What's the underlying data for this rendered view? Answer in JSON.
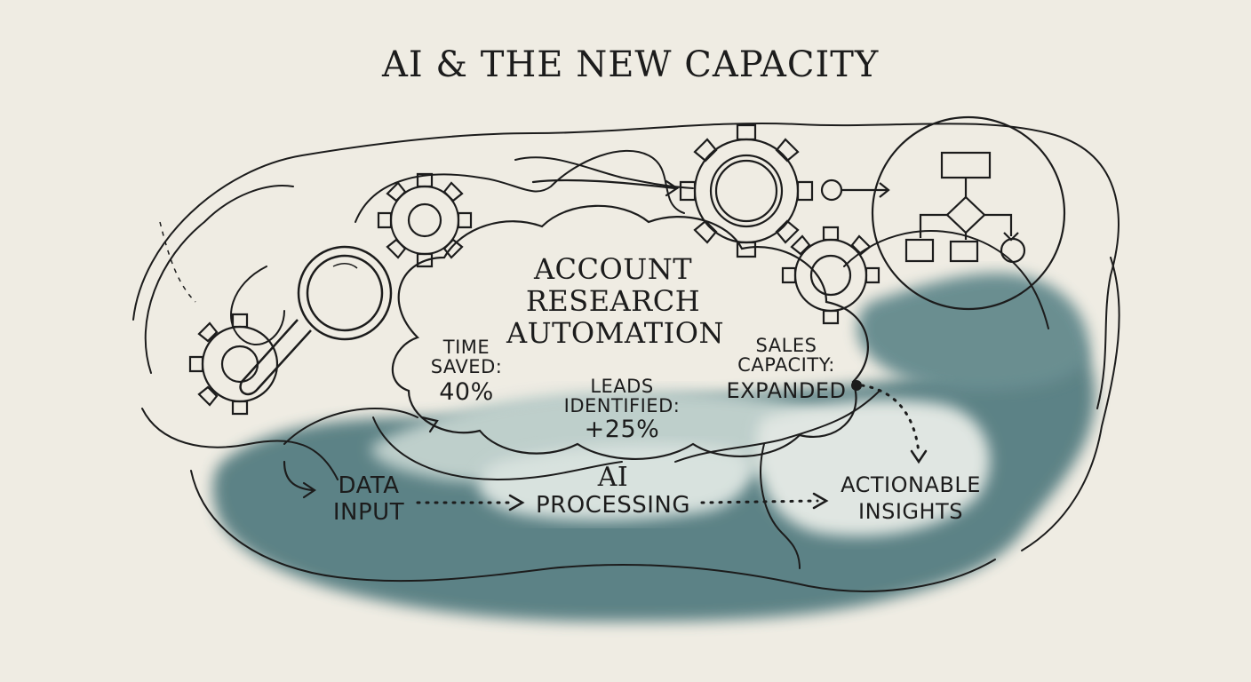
{
  "title": "AI & THE NEW CAPACITY",
  "center": {
    "line1": "ACCOUNT",
    "line2": "RESEARCH",
    "line3": "AUTOMATION"
  },
  "metrics": {
    "time_saved": {
      "label1": "TIME",
      "label2": "SAVED:",
      "value": "40%"
    },
    "leads": {
      "label1": "LEADS",
      "label2": "IDENTIFIED:",
      "value": "+25%"
    },
    "sales": {
      "label1": "SALES",
      "label2": "CAPACITY:",
      "value": "EXPANDED"
    }
  },
  "flow": {
    "data_input": {
      "line1": "DATA",
      "line2": "INPUT"
    },
    "ai_processing": {
      "line1": "AI",
      "line2": "PROCESSING"
    },
    "actionable": {
      "line1": "ACTIONABLE",
      "line2": "INSIGHTS"
    }
  },
  "colors": {
    "paper": "#efece3",
    "ink": "#1c1c1c",
    "watercolor": "#3f6b72"
  },
  "icons": [
    "magnifying-glass-icon",
    "gear-icon",
    "flowchart-icon"
  ]
}
